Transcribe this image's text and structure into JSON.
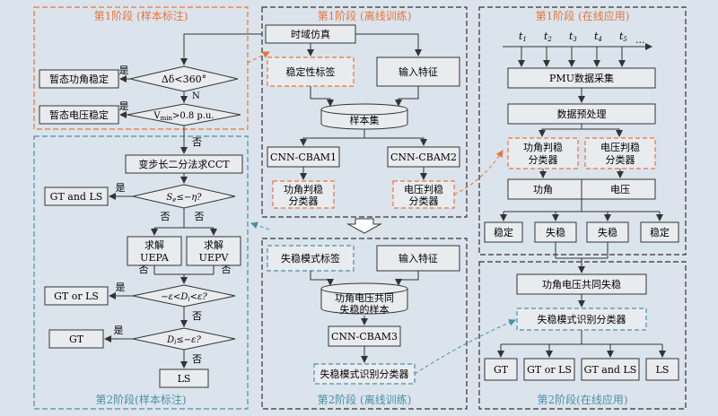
{
  "colors": {
    "background": "#dbe4ec",
    "box_fill": "#e9ecef",
    "box_stroke": "#333333",
    "orange": "#e8743b",
    "teal": "#4a90a4",
    "dark_dash": "#333333"
  },
  "panels": {
    "s1_label": "第1阶段 (样本标注)",
    "s1_offline": "第1阶段 (离线训练)",
    "s1_online": "第1阶段 (在线应用)",
    "s2_label": "第2阶段(样本标注)",
    "s2_offline": "第2阶段 (离线训练)",
    "s2_online": "第2阶段(在线应用)"
  },
  "labeling": {
    "transient_angle": "暂态功角稳定",
    "transient_voltage": "暂态电压稳定",
    "delta_cond": "Δδ<360°",
    "vmin_v": "V",
    "vmin_sub": "min",
    "vmin_rest": ">0.8 p.u.",
    "cct": "变步长二分法求CCT",
    "gt_and_ls": "GT and LS",
    "se_cond_a": "S",
    "se_cond_sub": "e",
    "se_cond_b": "≤−η?",
    "solve_uepa_1": "求解",
    "solve_uepa_2": "UEPA",
    "solve_uepv_1": "求解",
    "solve_uepv_2": "UEPV",
    "gt_or_ls": "GT or LS",
    "d_cond_a": "−ε<D",
    "d_cond_sub": "i",
    "d_cond_b": "<ε?",
    "gt": "GT",
    "di_cond_a": "D",
    "di_cond_sub": "i",
    "di_cond_b": "≤−ε?",
    "ls": "LS",
    "yes": "是",
    "no": "否",
    "n": "N"
  },
  "offline": {
    "sim": "时域仿真",
    "stab_label": "稳定性标签",
    "input_feat": "输入特征",
    "sample_set": "样本集",
    "cnn1": "CNN-CBAM1",
    "cnn2": "CNN-CBAM2",
    "angle_clf_1": "功角判稳",
    "angle_clf_2": "分类器",
    "volt_clf_1": "电压判稳",
    "volt_clf_2": "分类器",
    "mode_label": "失稳模式标签",
    "input_feat2": "输入特征",
    "joint_sample_1": "功角电压共同",
    "joint_sample_2": "失稳的样本",
    "cnn3": "CNN-CBAM3",
    "mode_clf": "失稳模式识别分类器"
  },
  "online": {
    "t_base": "t",
    "t_subs": [
      "1",
      "2",
      "3",
      "4",
      "5"
    ],
    "ellipsis": "...",
    "pmu": "PMU数据采集",
    "preprocess": "数据预处理",
    "angle_clf_1": "功角判稳",
    "angle_clf_2": "分类器",
    "volt_clf_1": "电压判稳",
    "volt_clf_2": "分类器",
    "angle": "功角",
    "voltage": "电压",
    "stable1": "稳定",
    "unstable1": "失稳",
    "unstable2": "失稳",
    "stable2": "稳定",
    "joint_unstable": "功角电压共同失稳",
    "mode_clf": "失稳模式识别分类器",
    "out_gt": "GT",
    "out_gt_or_ls": "GT or LS",
    "out_gt_and_ls": "GT and LS",
    "out_ls": "LS"
  }
}
